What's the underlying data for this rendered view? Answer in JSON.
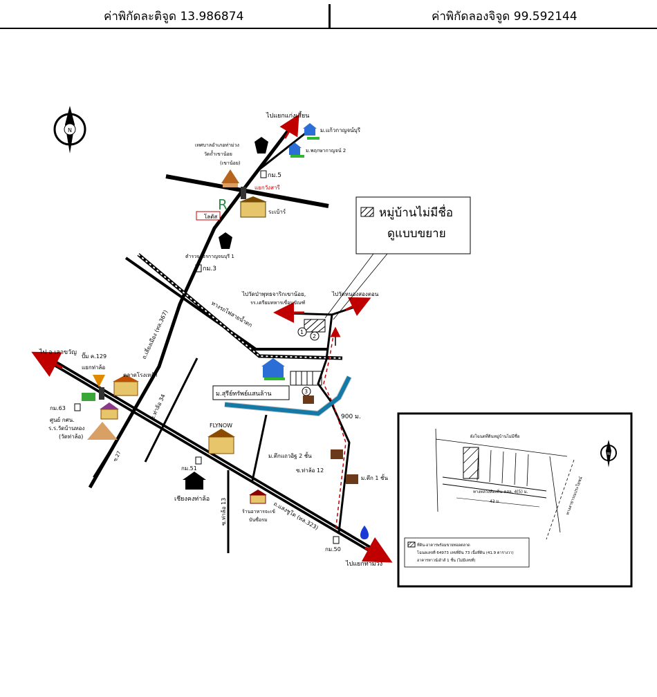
{
  "header": {
    "latitude": "ค่าพิกัดละติจูด 13.986874",
    "longitude": "ค่าพิกัดลองจิจูด 99.592144"
  },
  "legend": {
    "line1": "หมู่บ้านไม่มีชื่อ",
    "line2": "ดูแบบขยาย"
  },
  "labels": {
    "to_kaeng_sian": "ไปแยกแก่งเสี้ยน",
    "m_kaew_kanchanaburi": "ม.แก้วกาญจน์บุรี",
    "m_phruksa": "ม.พฤกษากาญจน์ 2",
    "tesaban": "เทศบาลอำเภอท่าม่วง",
    "wat": "วัดถ้ำเขาน้อย",
    "wat_sub": "(เขาน้อย)",
    "km5": "กม.5",
    "intersection": "แยกวังสารี",
    "robinson": "โรบินสัน",
    "tesco": "โลตัส",
    "rachamangkala": "ระเบ้าร์",
    "police": "ตำรวจภูธรกาญจนบุรี 1",
    "km3": "กม.3",
    "railway": "ทางรถไฟสายน้ำตก",
    "to_wat_pa": "ไปวัดป่าพุทธจาริกเขาน้อย,",
    "to_wat_pa2": "รร.เตรียมทหารเขื่อนขัณฑ์",
    "to_wat_nong": "ไปวัดหนองสองตอน",
    "num1": "1",
    "num2": "2",
    "num3": "3",
    "to_lao_khwan": "ไป อ.เลาขวัญ",
    "pump": "ปั๊ม ค.129",
    "pump2": "แยกท่าล้อ",
    "market": "ตลาดโรงเหล้า",
    "road_prachasuk": "ถ.เลี่ยงเมือง (ทล.367)",
    "km63": "กม.63",
    "center": "ศูนย์ กศน.",
    "school": "ร.ร.วัดบ้านทอง",
    "school2": "(วัดท่าล้อ)",
    "road_thalo34": "ซ.ท่าล้อ 34",
    "road_km27": "ซ.27",
    "flynow": "FLYNOW",
    "village_sign": "ม.สุรีย์ทรัพย์แสนล้าน",
    "dist900": "900 ม.",
    "shophouse": "ม.ตึกแถวอิฐ 2 ชั้น",
    "road_thalo12": "ซ.ท่าล้อ 12",
    "house1": "ม.ตึก 1 ชั้น",
    "km51": "กม.51",
    "chiangmai": "เชียงคงท่าล้อ",
    "road_thalo13": "ซ.ท่าล้อ 13",
    "shop": "ร้านอาหารจะเข้",
    "shop2": "บันซื่อรม",
    "road_saengchuto": "ถ.แสงชูโต (ทล.323)",
    "km50": "กม.50",
    "to_tha_muang": "ไปแยกท่าม่วง"
  },
  "inset": {
    "title": "ผังโฉนดที่ดินหมู่บ้านไม่มีชื่อ",
    "road_label": "ทางหลวงท้องถิ่น คสล. 4(5) ม.",
    "dist": "42 ม.",
    "side_road": "ทางสาธารณประโยชน์",
    "note1": "ที่ดิน-อาคารพร้อมขายทอดตลาด",
    "note2": "โฉนดเลขที่ 64973 เลขที่ดิน 73 เนื้อที่ดิน (41.9 ตารางวา)",
    "note3": "อาคารทาวน์เฮ้าส์ 1 ชั้น (ไม่มีเลขที่)"
  },
  "colors": {
    "arrow": "#c00000",
    "river": "#1aa3e0",
    "road": "#000000",
    "intersection_label": "#d40000"
  }
}
